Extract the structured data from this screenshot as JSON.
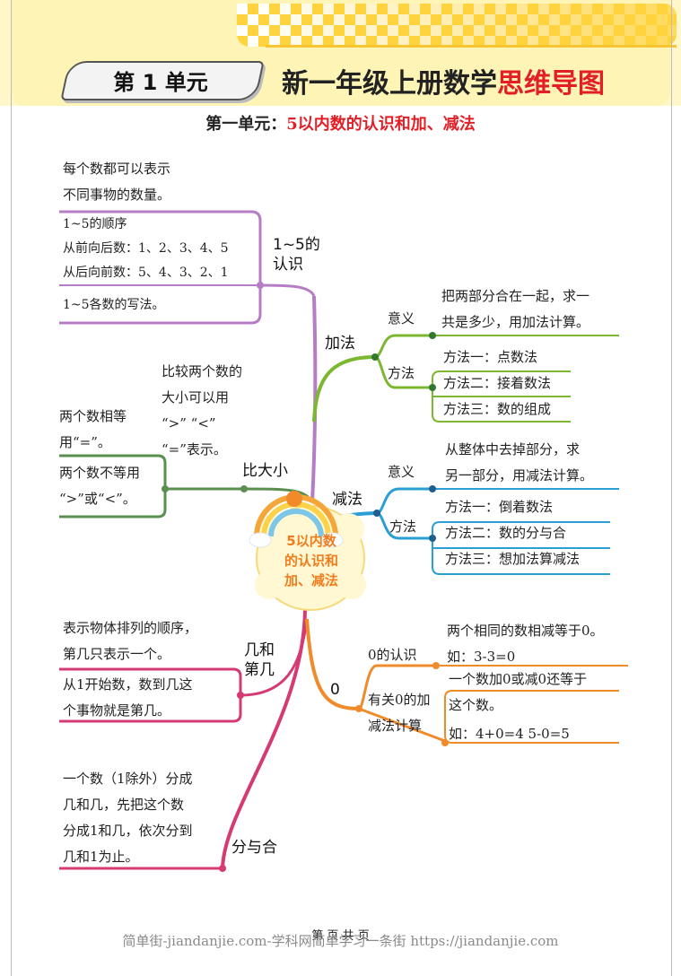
{
  "header": {
    "unit_badge": "第 1 单元",
    "title_main": "新一年级上册数学",
    "title_accent": "思维导图",
    "subtitle_prefix": "第一单元：",
    "subtitle_topic": "5以内数的认识和加、减法"
  },
  "center": {
    "line1": "5以内数",
    "line2": "的认识和",
    "line3": "加、减法"
  },
  "branches": {
    "b15": {
      "label1": "1~5的",
      "label2": "认识",
      "items": [
        [
          "每个数都可以表示",
          "不同事物的数量。"
        ],
        [
          "1~5的顺序",
          "从前向后数：1、2、3、4、5",
          "从后向前数：5、4、3、2、1"
        ],
        [
          "1~5各数的写法。"
        ]
      ]
    },
    "compare": {
      "label": "比大小",
      "note": [
        "比较两个数的",
        "大小可以用",
        "“>”  “<”",
        "“=”表示。"
      ],
      "items": [
        [
          "两个数相等",
          "用“=”。"
        ],
        [
          "两个数不等用",
          "“>”或“<”。"
        ]
      ]
    },
    "ordinal": {
      "label1": "几和",
      "label2": "第几",
      "items": [
        [
          "表示物体排列的顺序，",
          "第几只表示一个。"
        ],
        [
          "从1开始数，数到几这",
          "个事物就是第几。"
        ]
      ]
    },
    "split": {
      "label": "分与合",
      "items": [
        [
          "一个数（1除外）分成",
          "几和几，先把这个数",
          "分成1和几，依次分到",
          "几和1为止。"
        ]
      ]
    },
    "add": {
      "label": "加法",
      "meaning_label": "意义",
      "meaning_text": [
        "把两部分合在一起，求一",
        "共是多少，用加法计算。"
      ],
      "method_label": "方法",
      "methods": [
        "方法一：点数法",
        "方法二：接着数法",
        "方法三：数的组成"
      ]
    },
    "sub": {
      "label": "减法",
      "meaning_label": "意义",
      "meaning_text": [
        "从整体中去掉部分，求",
        "另一部分，用减法计算。"
      ],
      "method_label": "方法",
      "methods": [
        "方法一：倒着数法",
        "方法二：数的分与合",
        "方法三：想加法算减法"
      ]
    },
    "zero": {
      "label": "0",
      "know_label": "0的认识",
      "know_text": [
        "两个相同的数相减等于0。",
        "如：3-3=0"
      ],
      "calc_label": [
        "有关0的加",
        "减法计算"
      ],
      "calc_text": [
        "一个数加0或减0还等于",
        "这个数。"
      ],
      "calc_example": "如：4+0=4    5-0=5"
    }
  },
  "footer": {
    "page_text": "第    页   共    页",
    "watermark": "简单街-jiandanjie.com-学科网简单学习一条街 https://jiandanjie.com"
  },
  "colors": {
    "purple": "#b77cc6",
    "green_dark": "#5a8f4f",
    "green": "#7cb82f",
    "blue": "#2a9fd6",
    "pink": "#d63a73",
    "orange": "#f08b2c",
    "red": "#e21f26"
  }
}
